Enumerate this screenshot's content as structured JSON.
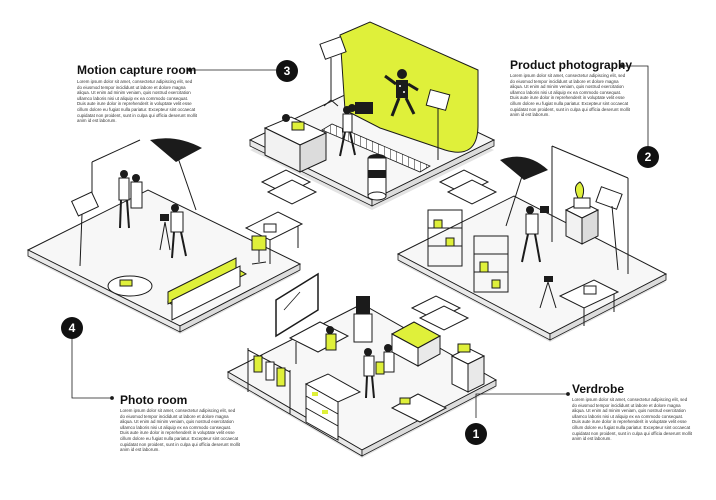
{
  "colors": {
    "accent": "#dff03a",
    "ink": "#1b1b1b",
    "floor": "#f4f4f4",
    "shadow": "#d9d9d9"
  },
  "rooms": [
    {
      "number": "1",
      "title": "Verdrobe",
      "text": "Lorem ipsum dolor sit amet, consectetur adipiscing elit, sed do eiusmod tempor incididunt ut labore et dolore magna aliqua. Ut enim ad minim veniam, quis nostrud exercitation ullamco laboris nisi ut aliquip ex ea commodo consequat. Duis aute irure dolor in reprehenderit in voluptate velit esse cillum dolore eu fugiat nulla pariatur. Excepteur sint occaecat cupidatat non proident, sunt in culpa qui officia deserunt mollit anim id est laborum."
    },
    {
      "number": "2",
      "title": "Product photography",
      "text": "Lorem ipsum dolor sit amet, consectetur adipiscing elit, sed do eiusmod tempor incididunt ut labore et dolore magna aliqua. Ut enim ad minim veniam, quis nostrud exercitation ullamco laboris nisi ut aliquip ex ea commodo consequat. Duis aute irure dolor in reprehenderit in voluptate velit esse cillum dolore eu fugiat nulla pariatur. Excepteur sint occaecat cupidatat non proident, sunt in culpa qui officia deserunt mollit anim id est laborum."
    },
    {
      "number": "3",
      "title": "Motion capture room",
      "text": "Lorem ipsum dolor sit amet, consectetur adipiscing elit, sed do eiusmod tempor incididunt ut labore et dolore magna aliqua. Ut enim ad minim veniam, quis nostrud exercitation ullamco laboris nisi ut aliquip ex ea commodo consequat. Duis aute irure dolor in reprehenderit in voluptate velit esse cillum dolore eu fugiat nulla pariatur. Excepteur sint occaecat cupidatat non proident, sunt in culpa qui officia deserunt mollit anim id est laborum."
    },
    {
      "number": "4",
      "title": "Photo room",
      "text": "Lorem ipsum dolor sit amet, consectetur adipiscing elit, sed do eiusmod tempor incididunt ut labore et dolore magna aliqua. Ut enim ad minim veniam, quis nostrud exercitation ullamco laboris nisi ut aliquip ex ea commodo consequat. Duis aute irure dolor in reprehenderit in voluptate velit esse cillum dolore eu fugiat nulla pariatur. Excepteur sint occaecat cupidatat non proident, sunt in culpa qui officia deserunt mollit anim id est laborum."
    }
  ]
}
